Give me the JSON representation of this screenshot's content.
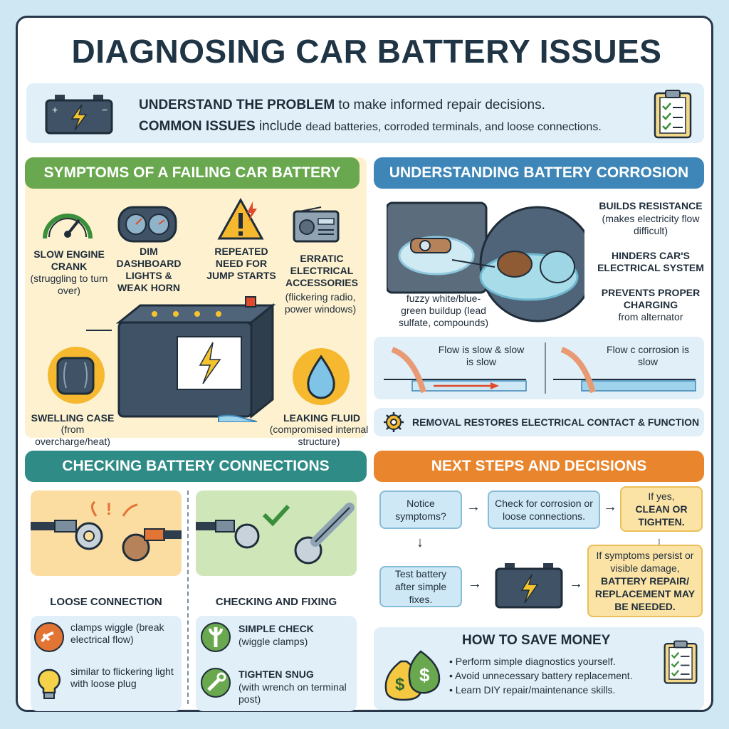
{
  "title": "DIAGNOSING CAR BATTERY ISSUES",
  "intro": {
    "line1_bold": "UNDERSTAND THE PROBLEM",
    "line1_rest": " to make informed repair decisions.",
    "line2_bold": "COMMON ISSUES",
    "line2_mid": " include ",
    "line2_rest": "dead batteries, corroded terminals,  and loose connections."
  },
  "symptoms": {
    "header": "SYMPTOMS OF A FAILING CAR BATTERY",
    "slow_crank_title": "SLOW ENGINE CRANK",
    "slow_crank_note": "(struggling to turn over)",
    "dim_lights_title": "DIM DASHBOARD LIGHTS & WEAK HORN",
    "jump_title": "REPEATED NEED FOR JUMP STARTS",
    "erratic_title": "ERRATIC ELECTRICAL ACCESSORIES",
    "erratic_note": "(flickering radio, power windows)",
    "swelling_title": "SWELLING CASE",
    "swelling_note": "(from overcharge/heat)",
    "leaking_title": "LEAKING FLUID",
    "leaking_note": "(compromised internal structure)"
  },
  "corrosion": {
    "header": "UNDERSTANDING BATTERY CORROSION",
    "buildup_note": "fuzzy white/blue-green buildup (lead sulfate, compounds)",
    "resistance_title": "BUILDS RESISTANCE",
    "resistance_note": "(makes electricity flow difficult)",
    "hinders_title": "HINDERS CAR'S ELECTRICAL SYSTEM",
    "prevents_title": "PREVENTS PROPER CHARGING",
    "prevents_note": "from alternator",
    "flow_left": "Flow is slow & slow is slow",
    "flow_right": "Flow c corrosion is slow",
    "removal": "REMOVAL RESTORES ELECTRICAL CONTACT & FUNCTION"
  },
  "connections": {
    "header": "CHECKING BATTERY CONNECTIONS",
    "loose_label": "LOOSE CONNECTION",
    "fixing_label": "CHECKING AND FIXING",
    "clamps_note": "clamps wiggle (break electrical flow)",
    "similar_note": "similar to flickering light with loose plug",
    "simple_check_title": "SIMPLE CHECK",
    "simple_check_note": "(wiggle clamps)",
    "tighten_title": "TIGHTEN SNUG",
    "tighten_note": "(with wrench on terminal post)"
  },
  "next": {
    "header": "NEXT STEPS AND DECISIONS",
    "notice": "Notice symptoms?",
    "check": "Check for corrosion or loose connections.",
    "ifyes": "If yes,",
    "ifyes_bold": "CLEAN OR TIGHTEN.",
    "test": "Test battery after simple fixes.",
    "persist": "If symptoms persist or visible damage,",
    "persist_bold": "BATTERY REPAIR/ REPLACEMENT MAY BE NEEDED."
  },
  "save": {
    "title": "HOW TO SAVE MONEY",
    "items": [
      "Perform simple diagnostics yourself.",
      "Avoid unnecessary battery replacement.",
      "Learn DIY repair/maintenance skills."
    ]
  },
  "colors": {
    "green_header": "#6aa84f",
    "blue_header": "#3e86b7",
    "teal_header": "#2e8b86",
    "orange_header": "#e9852d",
    "panel_cream": "#fdf1cf",
    "panel_blue": "#e1eff8"
  }
}
